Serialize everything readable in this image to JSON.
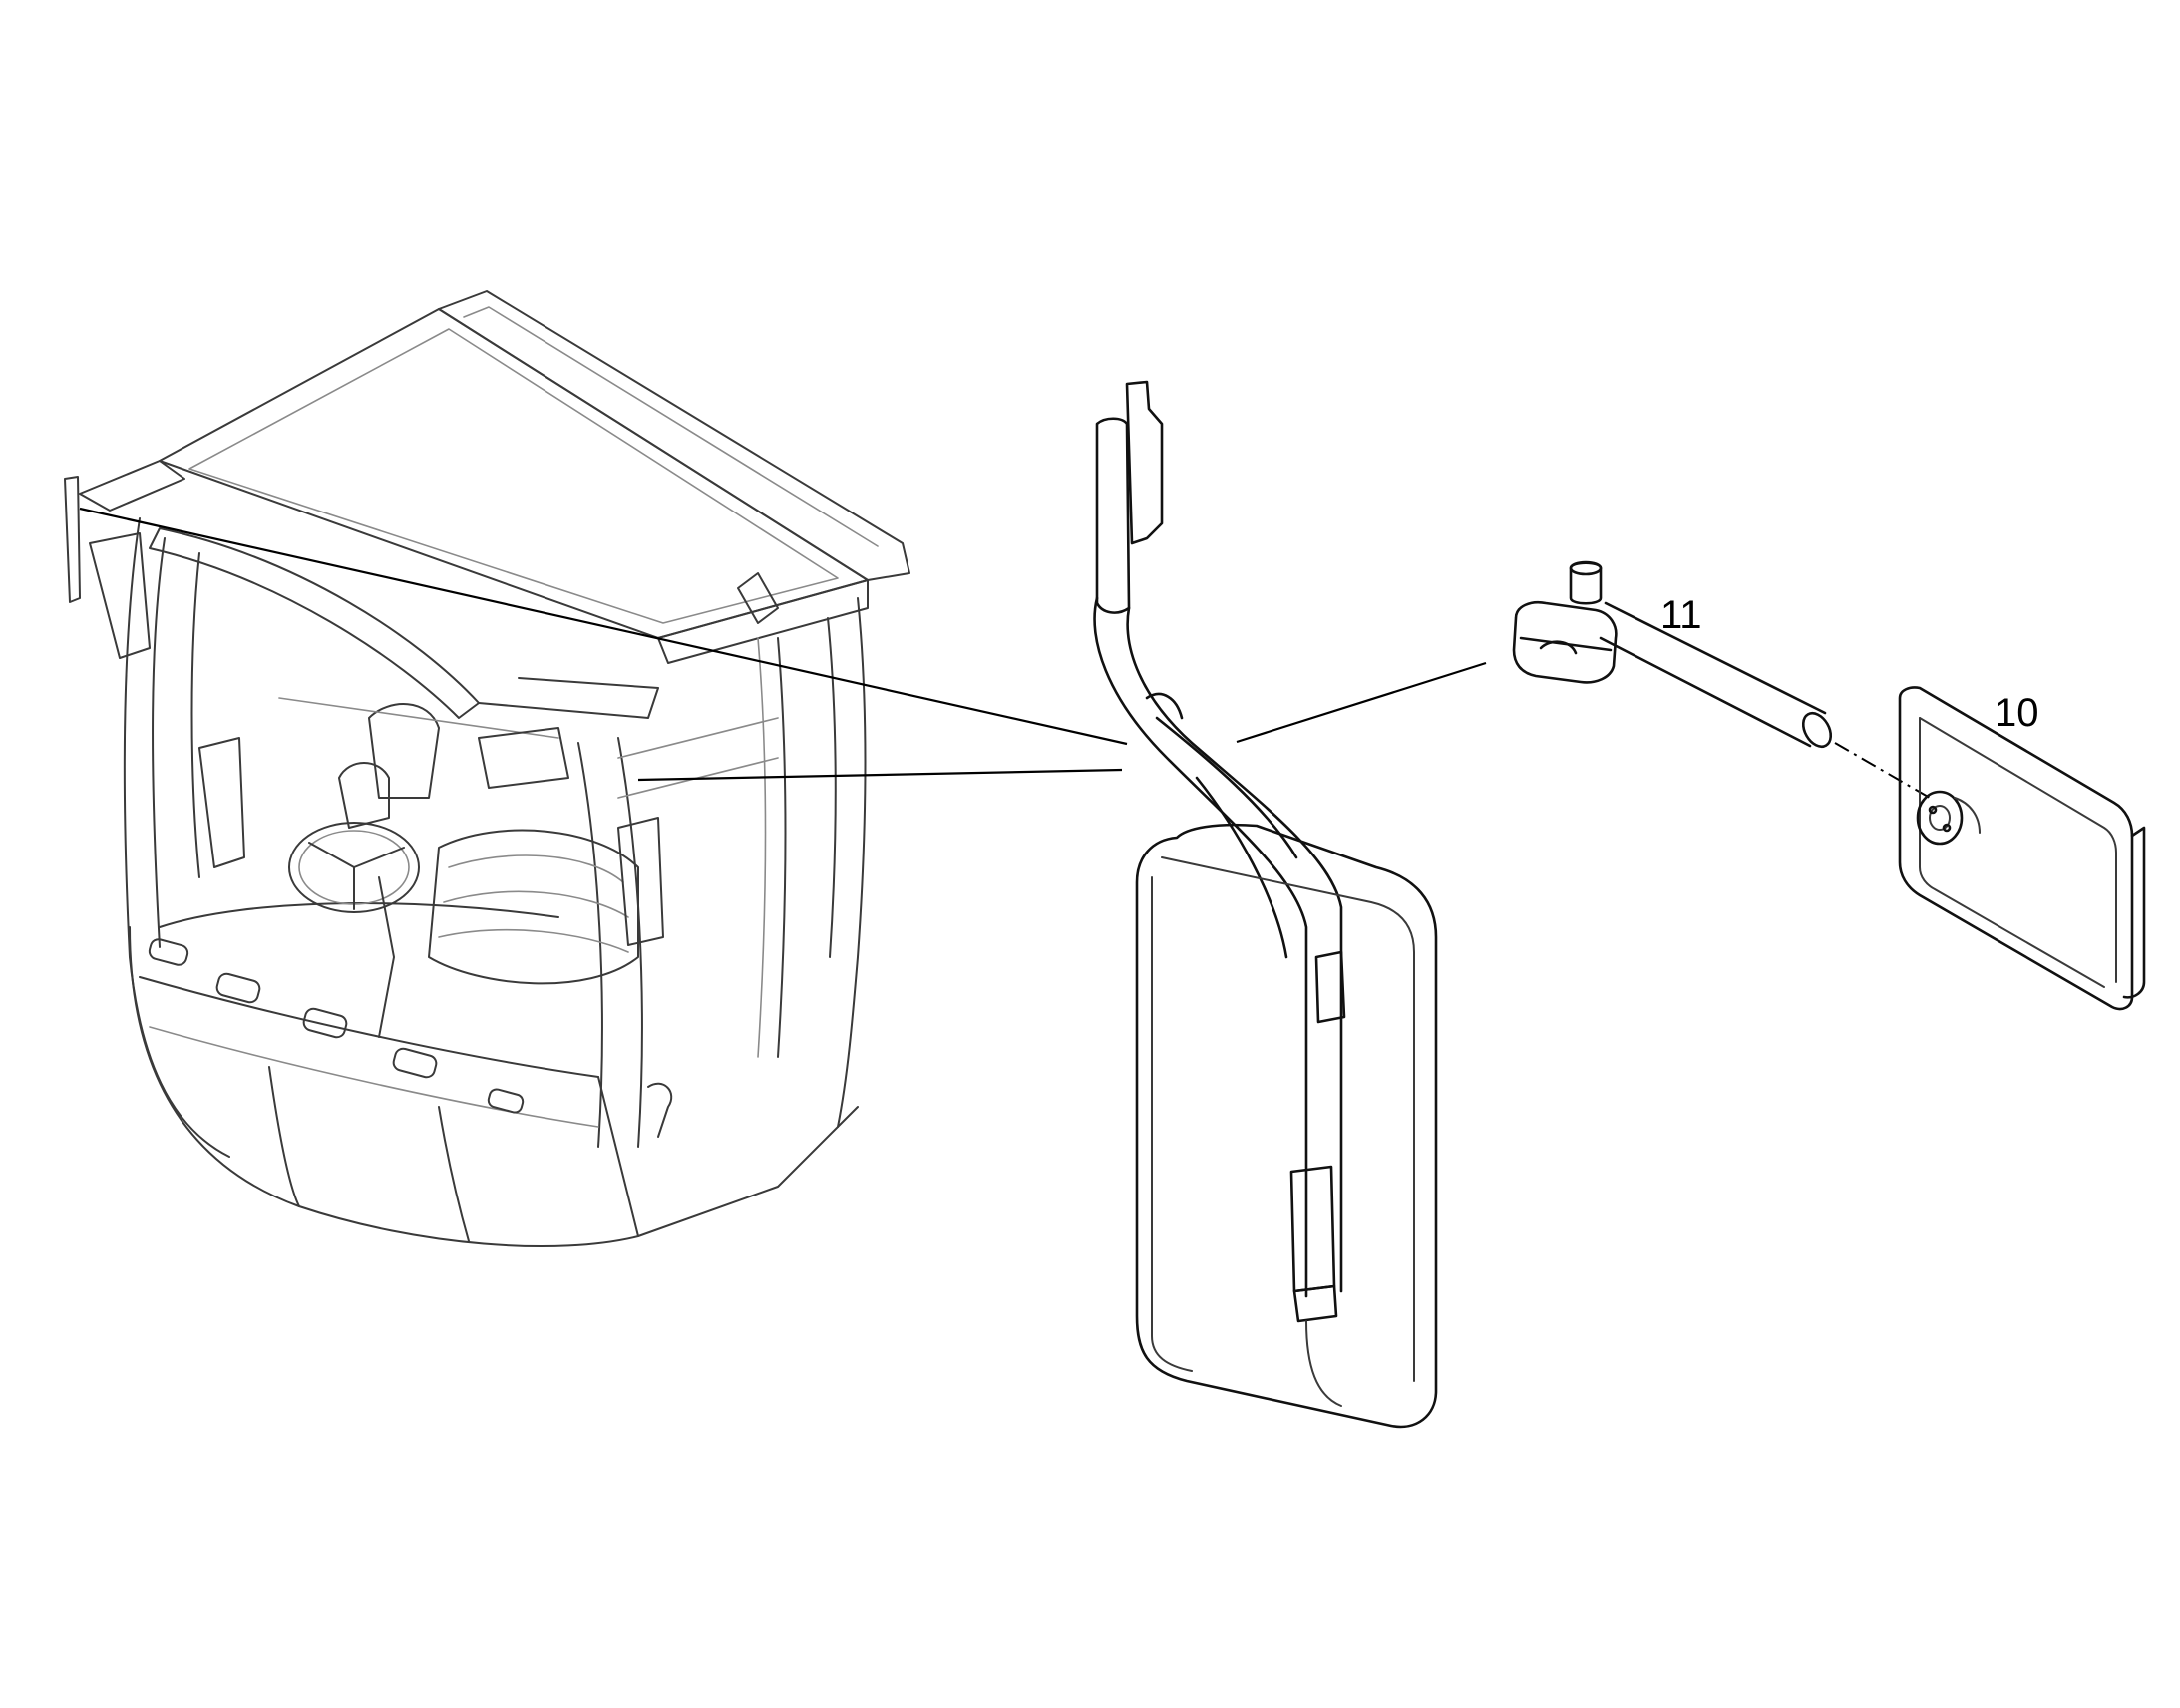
{
  "diagram": {
    "callouts": [
      {
        "id": "part-11",
        "label": "11"
      },
      {
        "id": "part-10",
        "label": "10"
      }
    ],
    "colors": {
      "line": "#3a3a3a",
      "background": "#ffffff",
      "text": "#000000"
    }
  }
}
